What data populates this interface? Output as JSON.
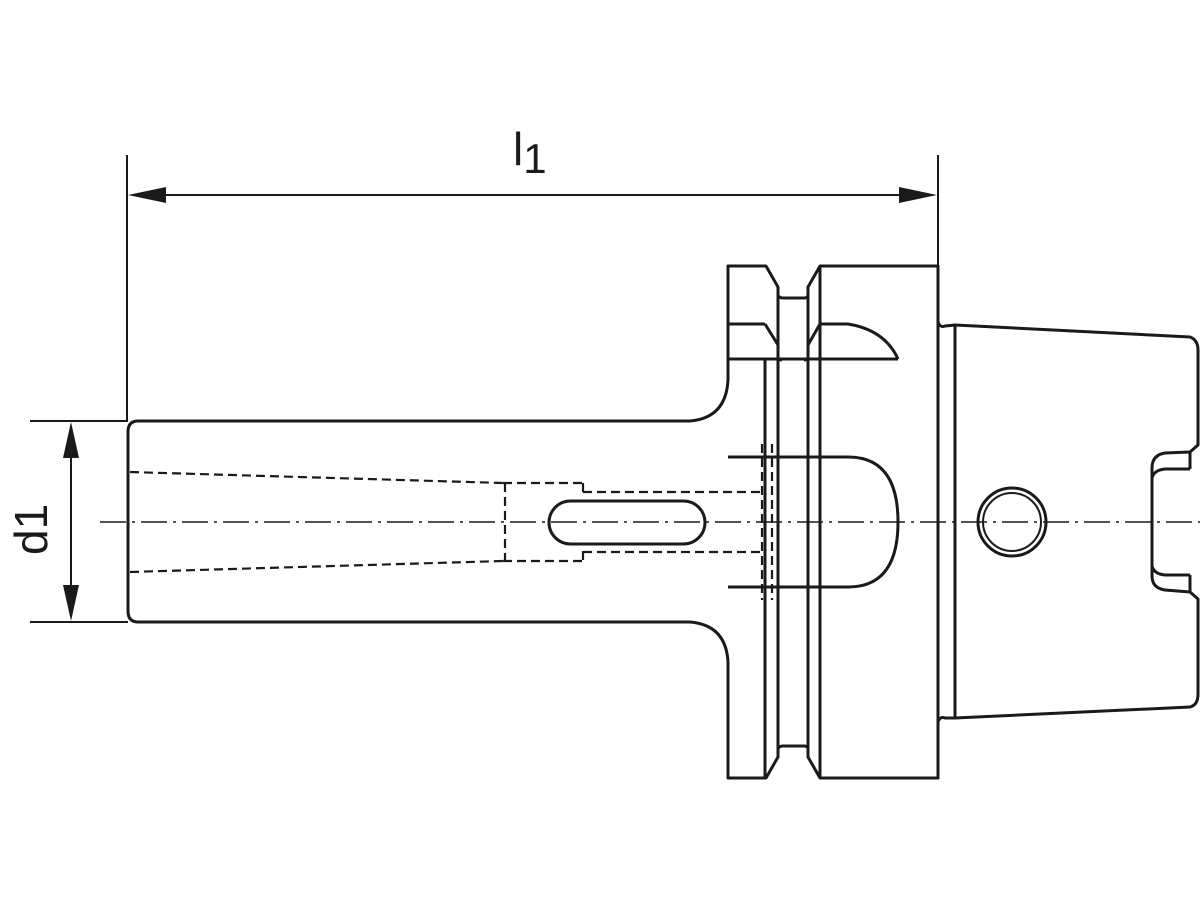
{
  "drawing": {
    "type": "technical-drawing",
    "subject": "tool holder shank with taper and flange (side view)",
    "line_color": "#1a1a1a",
    "background": "#ffffff"
  },
  "dimensions": {
    "length": {
      "label": "l",
      "subscript": "1"
    },
    "diameter": {
      "label": "d",
      "subscript": "1"
    }
  },
  "features": [
    {
      "name": "cylindrical-shank",
      "description": "shank with d1 diameter and internal taper (hidden lines)"
    },
    {
      "name": "drive-slot",
      "description": "elongated slot on shank centerline"
    },
    {
      "name": "flange-with-v-groove",
      "description": "gripping flange with V-groove"
    },
    {
      "name": "taper-head",
      "description": "tapered head with cross hole and drive notches"
    }
  ]
}
